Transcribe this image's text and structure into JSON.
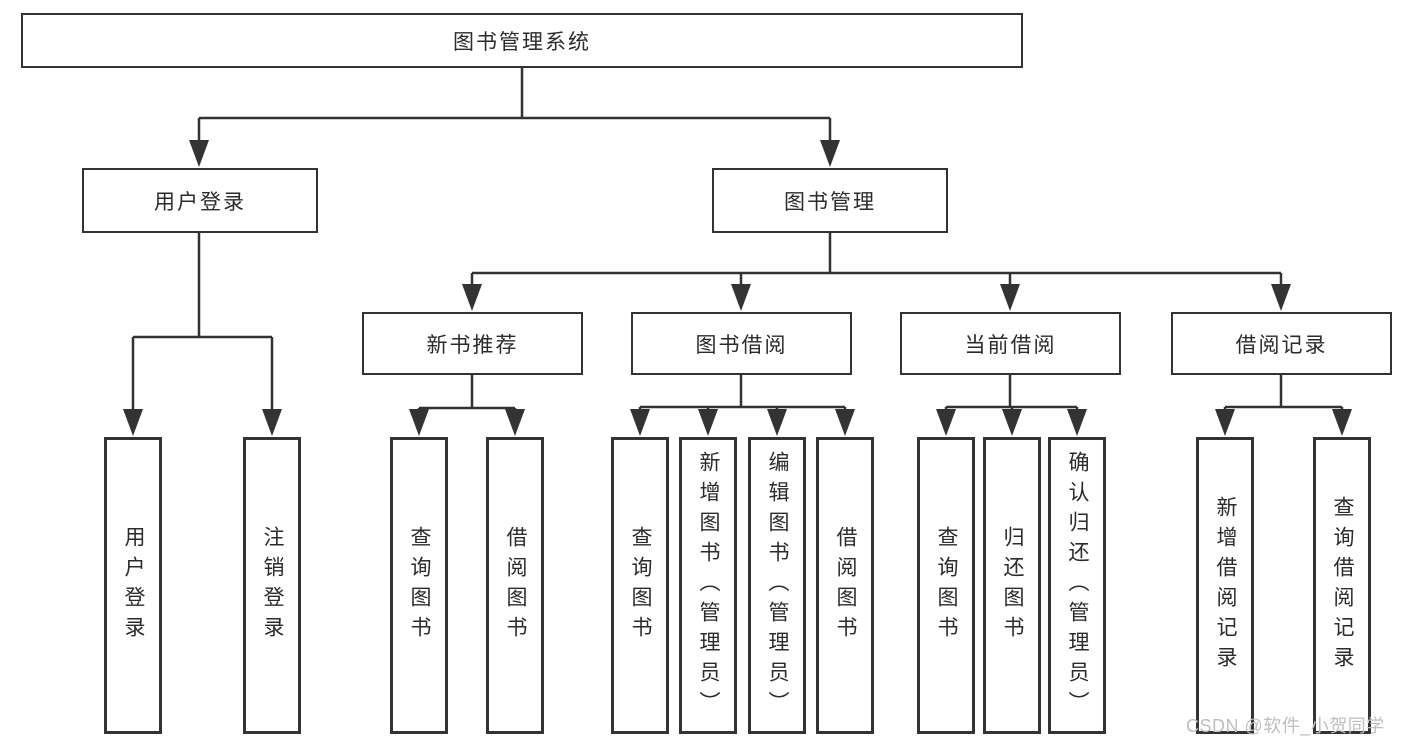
{
  "watermark": "CSDN @软件_小贺同学",
  "root_label": "图书管理系统",
  "user_login": {
    "label": "用户登录",
    "children": [
      "用户登录",
      "注销登录"
    ]
  },
  "book_mgmt": {
    "label": "图书管理",
    "children": [
      {
        "label": "新书推荐",
        "children": [
          "查询图书",
          "借阅图书"
        ]
      },
      {
        "label": "图书借阅",
        "children": [
          "查询图书",
          "新增图书（管理员）",
          "编辑图书（管理员）",
          "借阅图书"
        ]
      },
      {
        "label": "当前借阅",
        "children": [
          "查询图书",
          "归还图书",
          "确认归还（管理员）"
        ]
      },
      {
        "label": "借阅记录",
        "children": [
          "新增借阅记录",
          "查询借阅记录"
        ]
      }
    ]
  },
  "colors": {
    "line": "#333333",
    "box_border": "#333333",
    "text": "#2b2b2b",
    "watermark": "#bfbfbf",
    "background": "#ffffff"
  }
}
